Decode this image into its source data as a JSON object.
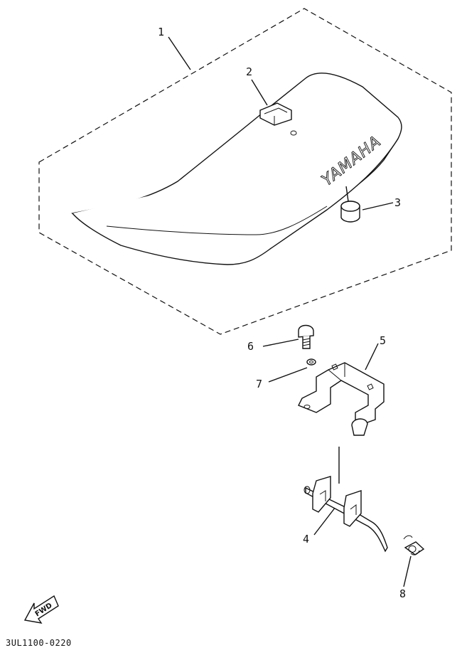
{
  "callouts": [
    "1",
    "2",
    "3",
    "4",
    "5",
    "6",
    "7",
    "8"
  ],
  "brand_text": "YAMAHA",
  "fwd_label": "FWD",
  "diagram_code": "3UL1100-0220"
}
